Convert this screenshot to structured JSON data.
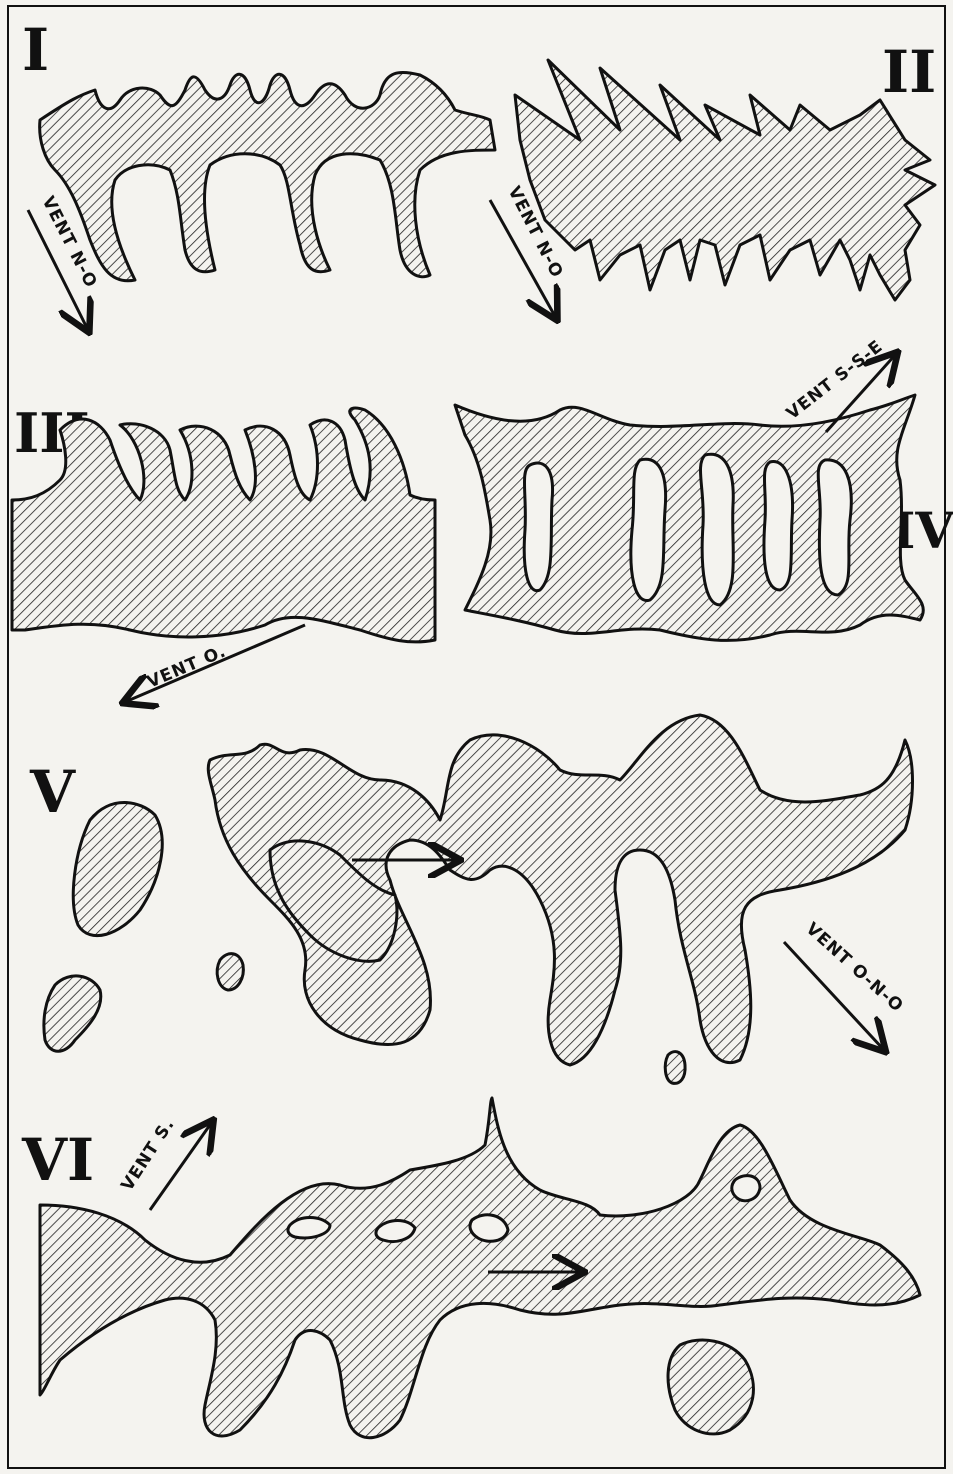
{
  "figure": {
    "panels": [
      {
        "id": "I",
        "label": "I",
        "wind": "VENT N-O"
      },
      {
        "id": "II",
        "label": "II",
        "wind": "VENT N-O"
      },
      {
        "id": "III",
        "label": "III",
        "wind": "VENT O."
      },
      {
        "id": "IV",
        "label": "IV",
        "wind": "VENT S-S-E"
      },
      {
        "id": "V",
        "label": "V",
        "wind": "VENT O-N-O"
      },
      {
        "id": "VI",
        "label": "VI",
        "wind": "VENT S."
      }
    ]
  },
  "colors": {
    "ink": "#111111",
    "paper": "#f4f3ef"
  }
}
